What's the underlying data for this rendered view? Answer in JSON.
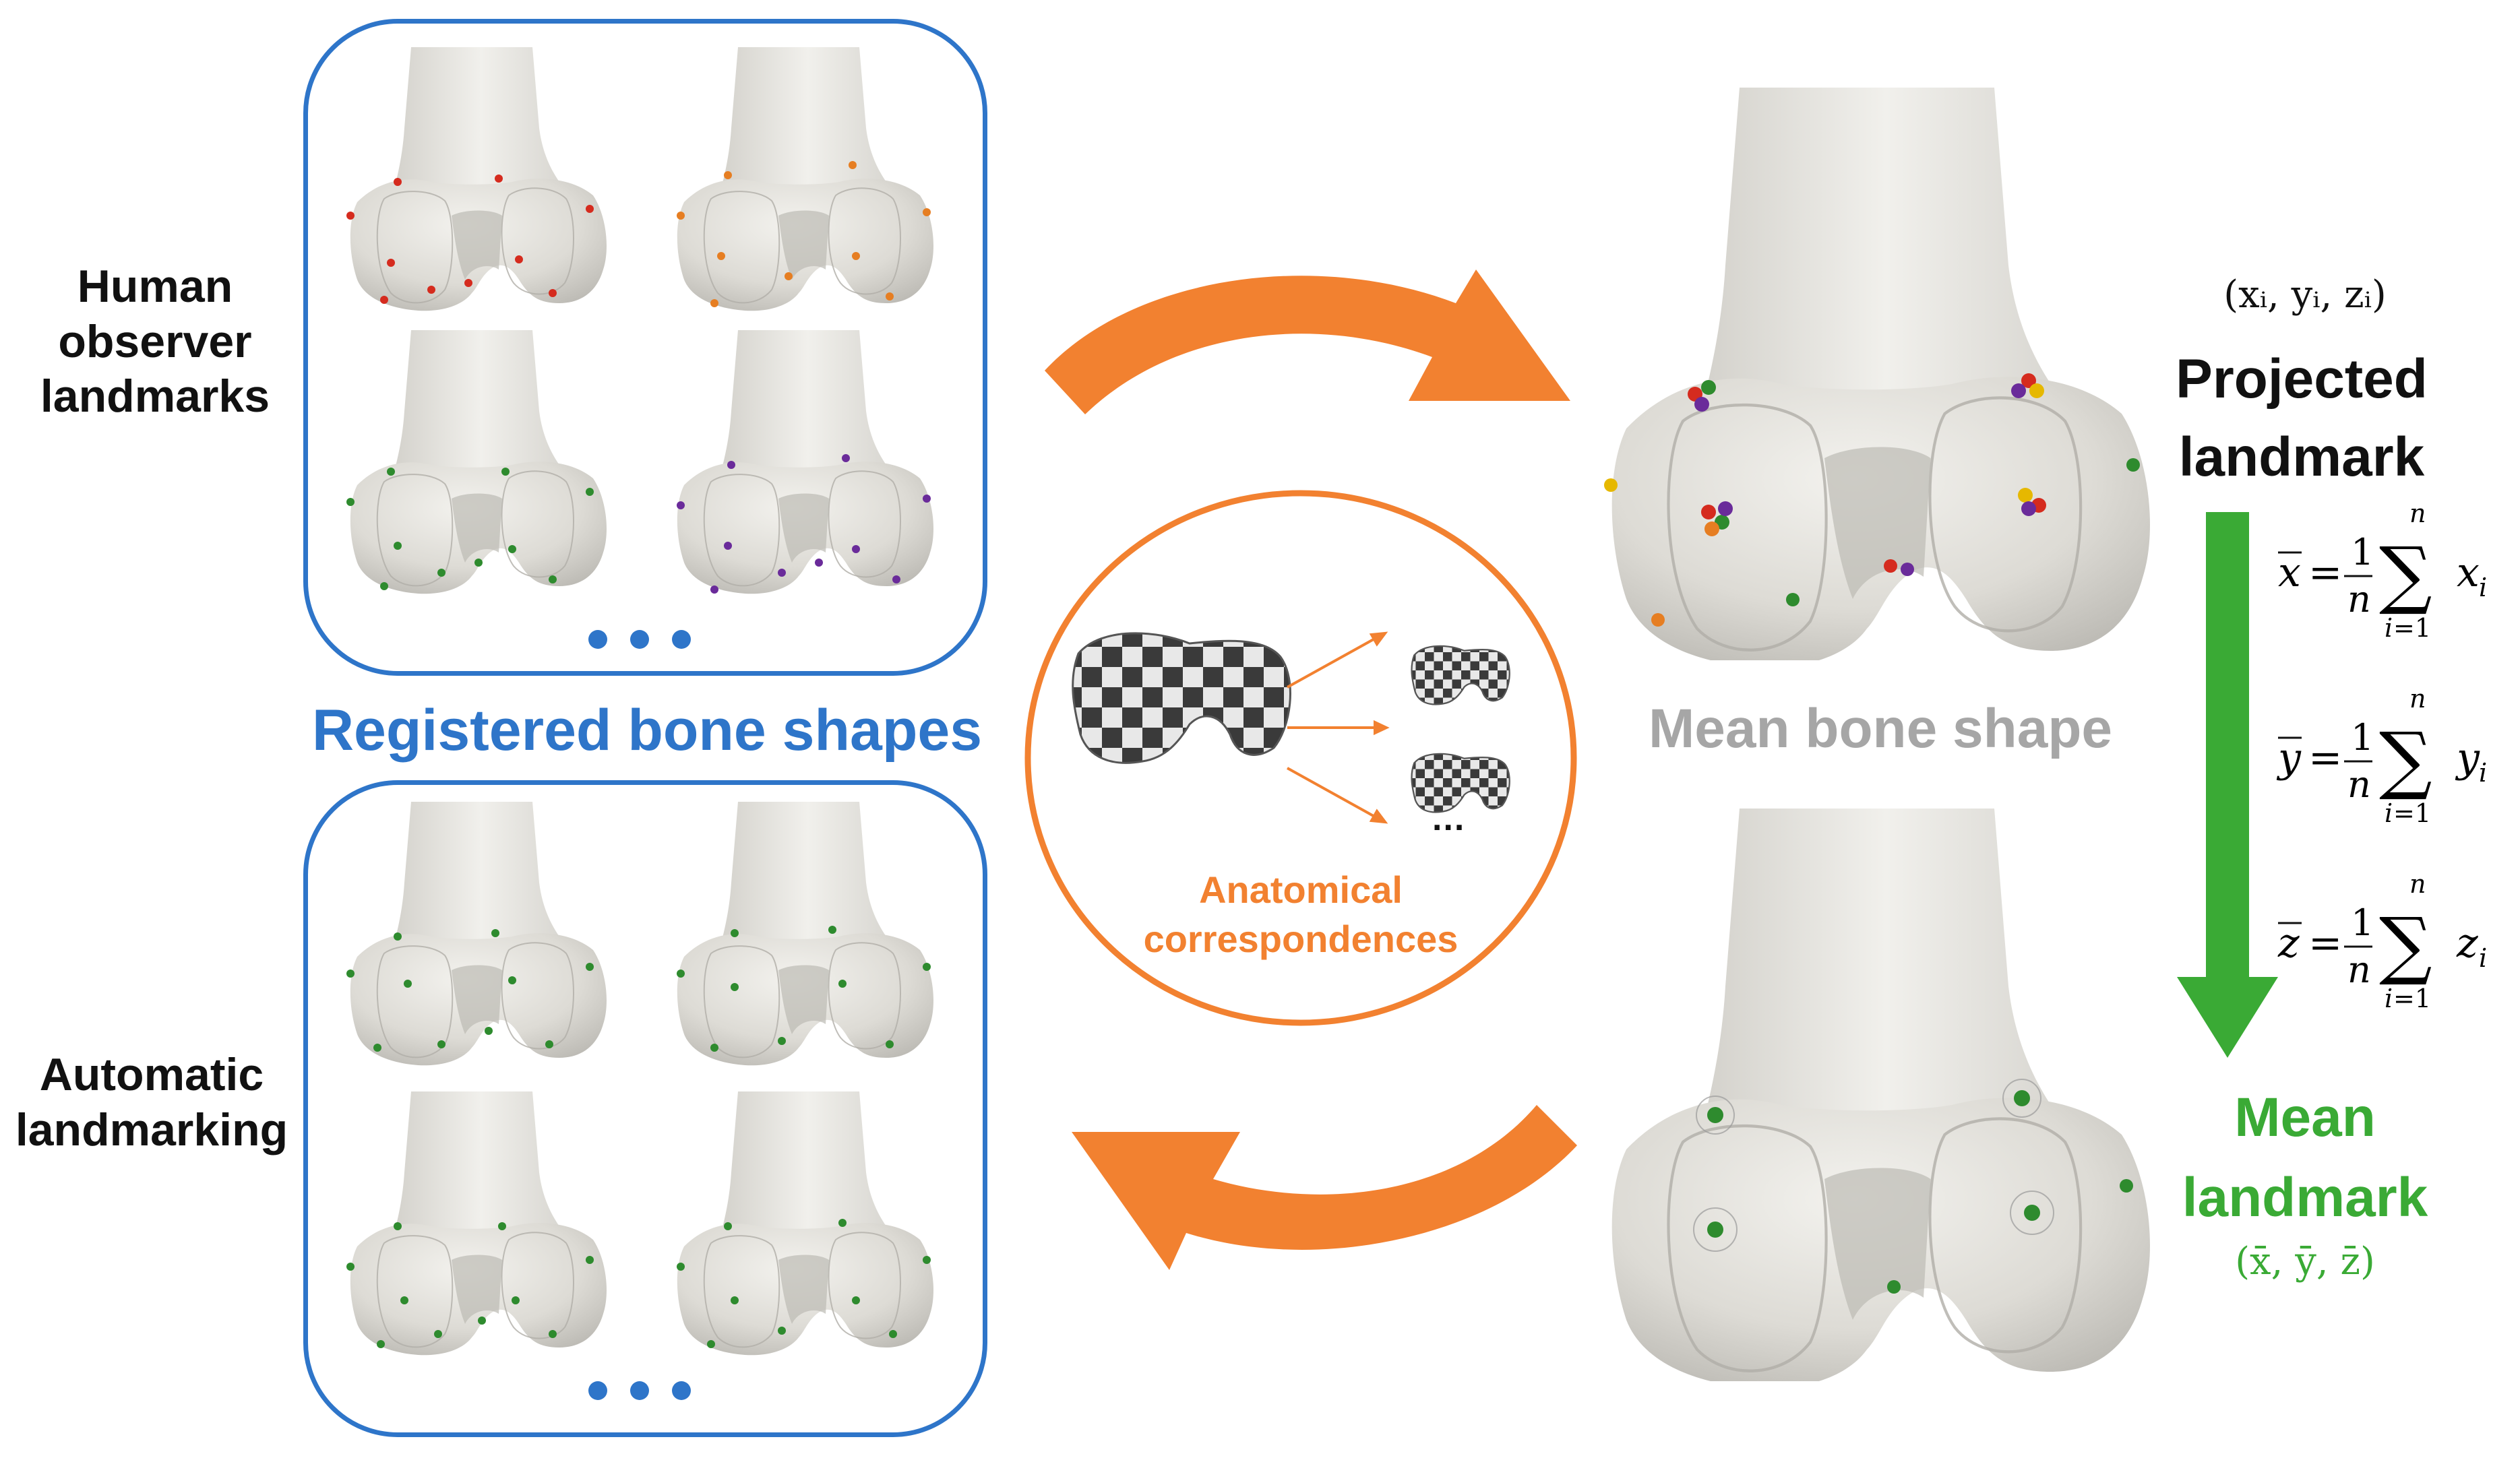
{
  "labels": {
    "human_observer": [
      "Human",
      "observer",
      "landmarks"
    ],
    "automatic": [
      "Automatic",
      "landmarking"
    ],
    "registered": "Registered bone shapes",
    "mean_shape": "Mean bone shape",
    "anatomical": [
      "Anatomical",
      "correspondences"
    ],
    "ellipsis": "...",
    "projected": [
      "Projected",
      "landmark"
    ],
    "mean_landmark": [
      "Mean",
      "landmark"
    ],
    "coord_i": "(xᵢ, yᵢ, zᵢ)",
    "coord_mean": "(x̄, ȳ, z̄)"
  },
  "formulas": [
    {
      "var": "x",
      "term": "x"
    },
    {
      "var": "y",
      "term": "y"
    },
    {
      "var": "z",
      "term": "z"
    }
  ],
  "colors": {
    "blue": "#2e75c9",
    "orange": "#f28130",
    "green": "#3aaa35",
    "gray_text": "#a6a6a6",
    "bone": "#e6e4df"
  }
}
